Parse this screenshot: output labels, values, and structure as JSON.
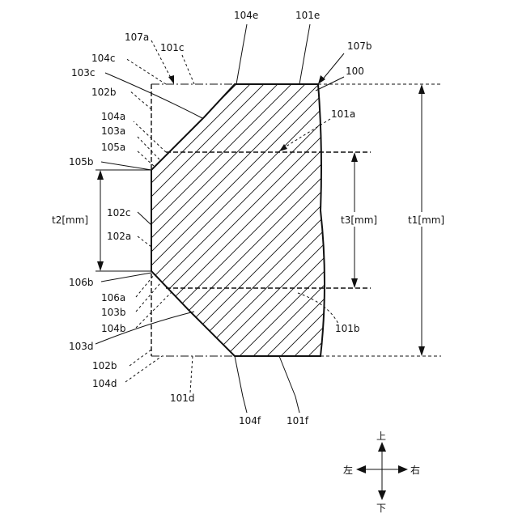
{
  "labels": {
    "l104e": "104e",
    "l101e": "101e",
    "l107a": "107a",
    "l101c": "101c",
    "l104c": "104c",
    "l107b": "107b",
    "l103c": "103c",
    "l100": "100",
    "l102b_top": "102b",
    "l101a": "101a",
    "l104a": "104a",
    "l103a": "103a",
    "l105a": "105a",
    "l105b": "105b",
    "l102c": "102c",
    "l102a": "102a",
    "l106b": "106b",
    "l106a": "106a",
    "l103b": "103b",
    "l104b": "104b",
    "l101b": "101b",
    "l103d": "103d",
    "l102b_bot": "102b",
    "l104d": "104d",
    "l101d": "101d",
    "l104f": "104f",
    "l101f": "101f"
  },
  "dimensions": {
    "t1": "t1[mm]",
    "t2": "t2[mm]",
    "t3": "t3[mm]"
  },
  "compass": {
    "up": "上",
    "down": "下",
    "left": "左",
    "right": "右"
  }
}
